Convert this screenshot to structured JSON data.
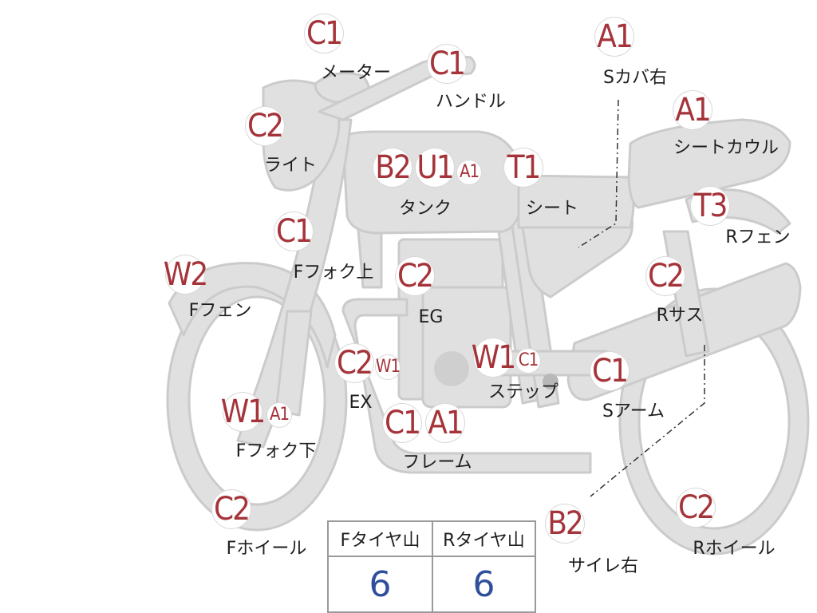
{
  "parts": [
    {
      "id": "meter",
      "grade": "C1",
      "label": "メーター"
    },
    {
      "id": "handle",
      "grade": "C1",
      "label": "ハンドル"
    },
    {
      "id": "light",
      "grade": "C2",
      "label": "ライト"
    },
    {
      "id": "side-cover-right",
      "grade": "A1",
      "label": "Sカバ右"
    },
    {
      "id": "seat-cowl",
      "grade": "A1",
      "label": "シートカウル"
    },
    {
      "id": "tank",
      "grade": "B2",
      "grade2": "U1",
      "grade3": "A1",
      "label": "タンク"
    },
    {
      "id": "seat",
      "grade": "T1",
      "label": "シート"
    },
    {
      "id": "rear-fender",
      "grade": "T3",
      "label": "Rフェン"
    },
    {
      "id": "front-fork-upper",
      "grade": "C1",
      "label": "Fフォク上"
    },
    {
      "id": "front-fender",
      "grade": "W2",
      "label": "Fフェン"
    },
    {
      "id": "engine",
      "grade": "C2",
      "label": "EG"
    },
    {
      "id": "rear-suspension",
      "grade": "C2",
      "label": "Rサス"
    },
    {
      "id": "exhaust",
      "grade": "C2",
      "grade2": "W1",
      "label": "EX"
    },
    {
      "id": "step",
      "grade": "W1",
      "grade2": "C1",
      "label": "ステップ"
    },
    {
      "id": "swing-arm",
      "grade": "C1",
      "label": "Sアーム"
    },
    {
      "id": "front-fork-lower",
      "grade": "W1",
      "grade2": "A1",
      "label": "Fフォク下"
    },
    {
      "id": "frame",
      "grade": "C1",
      "grade2": "A1",
      "label": "フレーム"
    },
    {
      "id": "front-wheel",
      "grade": "C2",
      "label": "Fホイール"
    },
    {
      "id": "muffler-right",
      "grade": "B2",
      "label": "サイレ右"
    },
    {
      "id": "rear-wheel",
      "grade": "C2",
      "label": "Rホイール"
    }
  ],
  "tires": {
    "front_label": "Fタイヤ山",
    "front_value": "6",
    "rear_label": "Rタイヤ山",
    "rear_value": "6"
  },
  "colors": {
    "body_fill": "#e0e0e0",
    "body_stroke": "#cbcbcb",
    "grade_text": "#a5343a",
    "tire_value": "#2f4f9a"
  }
}
